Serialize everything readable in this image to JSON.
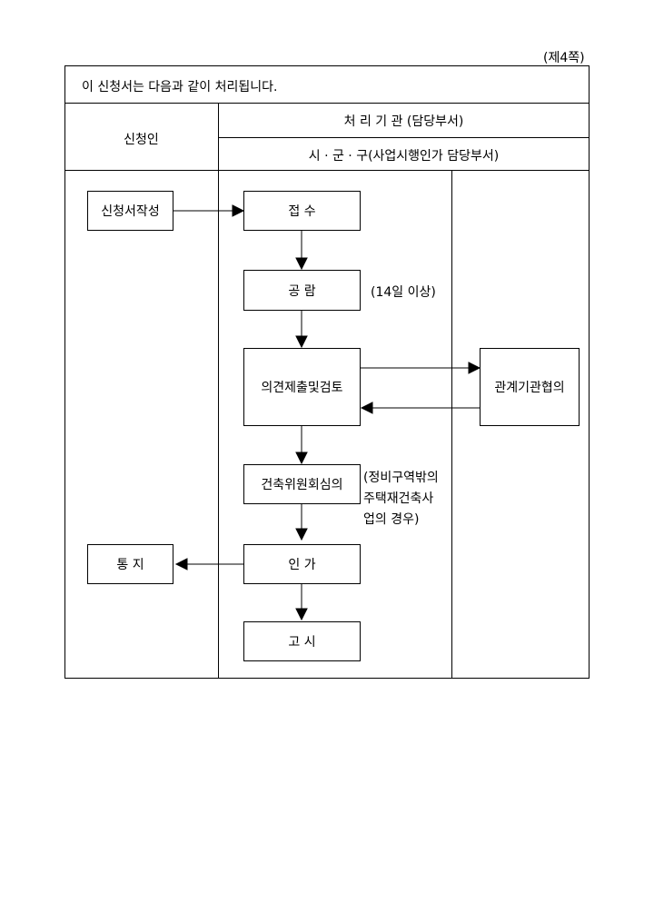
{
  "page_number": "(제4쪽)",
  "intro": "이 신청서는 다음과 같이 처리됩니다.",
  "header": {
    "applicant": "신청인",
    "processing_org": "처 리 기 관 (담당부서)",
    "dept": "시 · 군 · 구(사업시행인가 담당부서)"
  },
  "flow": {
    "write": "신청서작성",
    "receipt": "접 수",
    "inspection": "공 람",
    "inspection_note": "(14일 이상)",
    "review": "의견제출및검토",
    "consult": "관계기관협의",
    "committee": "건축위원회심의",
    "committee_note": [
      "(정비구역밖의",
      "주택재건축사",
      "업의 경우)"
    ],
    "approval": "인 가",
    "notice": "통 지",
    "announce": "고 시"
  }
}
